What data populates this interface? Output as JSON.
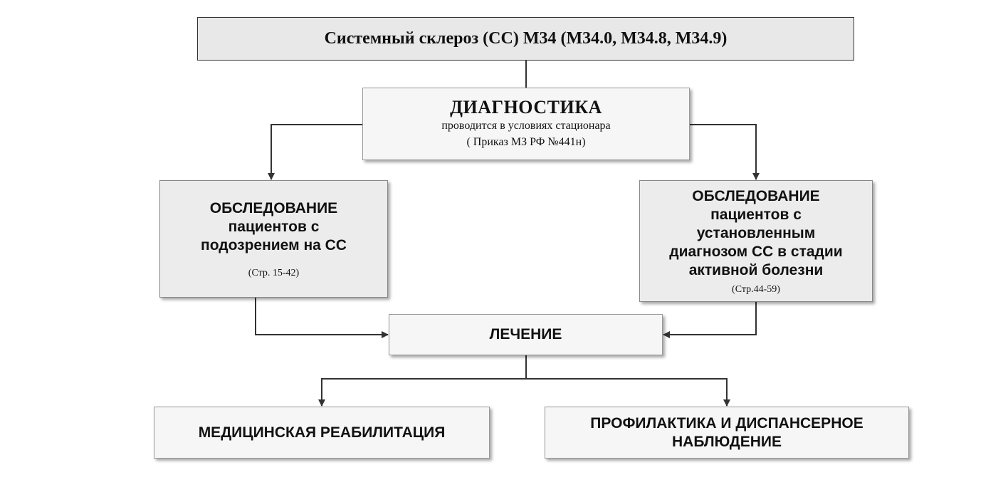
{
  "title": "Системный склероз (СС) М34 (М34.0, М34.8, М34.9)",
  "diagnostics": {
    "title": "ДИАГНОСТИКА",
    "subtitle": "проводится в условиях стационара",
    "reference": "( Приказ МЗ РФ №441н)"
  },
  "exam_suspected": {
    "text": "ОБСЛЕДОВАНИЕ\nпациентов с\nподозрением на СС",
    "pages": "(Стр. 15-42)"
  },
  "exam_active": {
    "text": "ОБСЛЕДОВАНИЕ\nпациентов с\nустановленным\nдиагнозом СС в стадии\nактивной болезни",
    "pages": "(Стр.44-59)"
  },
  "treatment": "ЛЕЧЕНИЕ",
  "rehabilitation": "МЕДИЦИНСКАЯ РЕАБИЛИТАЦИЯ",
  "prophylaxis": "ПРОФИЛАКТИКА И ДИСПАНСЕРНОЕ\nНАБЛЮДЕНИЕ",
  "colors": {
    "title_fill": "#e8e8e8",
    "box_fill": "#ececec",
    "light_fill": "#f6f6f6",
    "connector": "#333333"
  }
}
